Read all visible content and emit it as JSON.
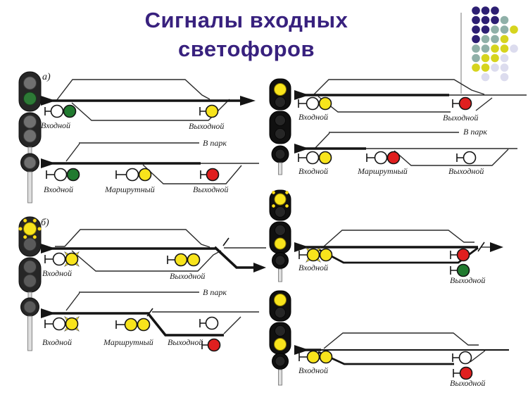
{
  "title": {
    "line1": "Сигналы входных",
    "line2": "светофоров"
  },
  "section_labels": {
    "a": "а)",
    "b": "б)"
  },
  "signal_labels": {
    "entrance": "Входной",
    "route": "Маршрутный",
    "exit": "Выходной",
    "to_park": "В парк"
  },
  "colors": {
    "title_text": "#38217e",
    "lamp_green": "#217a2f",
    "lamp_yellow": "#f8e41c",
    "lamp_red": "#e01f1f",
    "lamp_white": "#ffffff",
    "lamp_off_gray": "#6e6e6e",
    "mast_body": "#161616",
    "track_line": "#141414",
    "dot_purple": "#2c1e72",
    "dot_teal": "#8fb0a8",
    "dot_yellow": "#d6d41e",
    "dot_lavender": "#dcdcee"
  },
  "masts": [
    {
      "id": "left-a",
      "section": "а)",
      "heads": [
        [
          "off",
          "green"
        ],
        [
          "off",
          "off"
        ],
        [
          "off"
        ]
      ]
    },
    {
      "id": "left-b",
      "section": "б)",
      "heads": [
        [
          "yellow-flashing",
          "off"
        ],
        [
          "off",
          "off"
        ],
        [
          "off"
        ]
      ]
    },
    {
      "id": "right-top",
      "heads": [
        [
          "yellow",
          "off"
        ],
        [
          "off",
          "off"
        ],
        [
          "off"
        ]
      ]
    },
    {
      "id": "right-middle",
      "heads": [
        [
          "yellow-flashing",
          "off"
        ],
        [
          "off",
          "yellow"
        ],
        [
          "off"
        ]
      ]
    },
    {
      "id": "right-bottom",
      "heads": [
        [
          "yellow",
          "off"
        ],
        [
          "off",
          "yellow"
        ],
        [
          "off"
        ]
      ]
    }
  ],
  "diagrams": [
    {
      "id": "a-main",
      "signals": [
        {
          "name": "Входной",
          "lamps": [
            "white",
            "green"
          ]
        },
        {
          "name": "Выходной",
          "lamps": [
            "yellow"
          ]
        }
      ]
    },
    {
      "id": "a-park",
      "branch_label": "В парк",
      "signals": [
        {
          "name": "Входной",
          "lamps": [
            "white",
            "green"
          ]
        },
        {
          "name": "Маршрутный",
          "lamps": [
            "white",
            "yellow"
          ]
        },
        {
          "name": "Выходной",
          "lamps": [
            "red"
          ]
        }
      ]
    },
    {
      "id": "b-main",
      "signals": [
        {
          "name": "Входной",
          "lamps": [
            "white",
            "yellow-flashing"
          ]
        },
        {
          "name": "Выходной",
          "lamps": [
            "yellow",
            "yellow"
          ]
        }
      ]
    },
    {
      "id": "b-park",
      "branch_label": "В парк",
      "signals": [
        {
          "name": "Входной",
          "lamps": [
            "white",
            "yellow-flashing"
          ]
        },
        {
          "name": "Маршрутный",
          "lamps": [
            "yellow",
            "yellow"
          ]
        },
        {
          "name": "Выходной",
          "lamps": [
            "white"
          ]
        },
        {
          "name": "Выходной",
          "lamps": [
            "red"
          ]
        }
      ]
    },
    {
      "id": "right-1",
      "signals": [
        {
          "name": "Входной",
          "lamps": [
            "white",
            "yellow"
          ]
        },
        {
          "name": "Выходной",
          "lamps": [
            "red"
          ]
        }
      ]
    },
    {
      "id": "right-2",
      "branch_label": "В парк",
      "signals": [
        {
          "name": "Входной",
          "lamps": [
            "white",
            "yellow"
          ]
        },
        {
          "name": "Маршрутный",
          "lamps": [
            "white",
            "red"
          ]
        },
        {
          "name": "Выходной",
          "lamps": [
            "white"
          ]
        }
      ]
    },
    {
      "id": "right-3",
      "signals": [
        {
          "name": "Входной",
          "lamps": [
            "yellow-flashing",
            "yellow"
          ]
        },
        {
          "name": "Выходной",
          "lamps": [
            "red"
          ]
        },
        {
          "name": "Выходной",
          "lamps": [
            "green"
          ]
        }
      ]
    },
    {
      "id": "right-4",
      "signals": [
        {
          "name": "Входной",
          "lamps": [
            "yellow",
            "yellow"
          ]
        },
        {
          "name": "Выходной",
          "lamps": [
            "white"
          ]
        },
        {
          "name": "Выходной",
          "lamps": [
            "red"
          ]
        }
      ]
    }
  ]
}
